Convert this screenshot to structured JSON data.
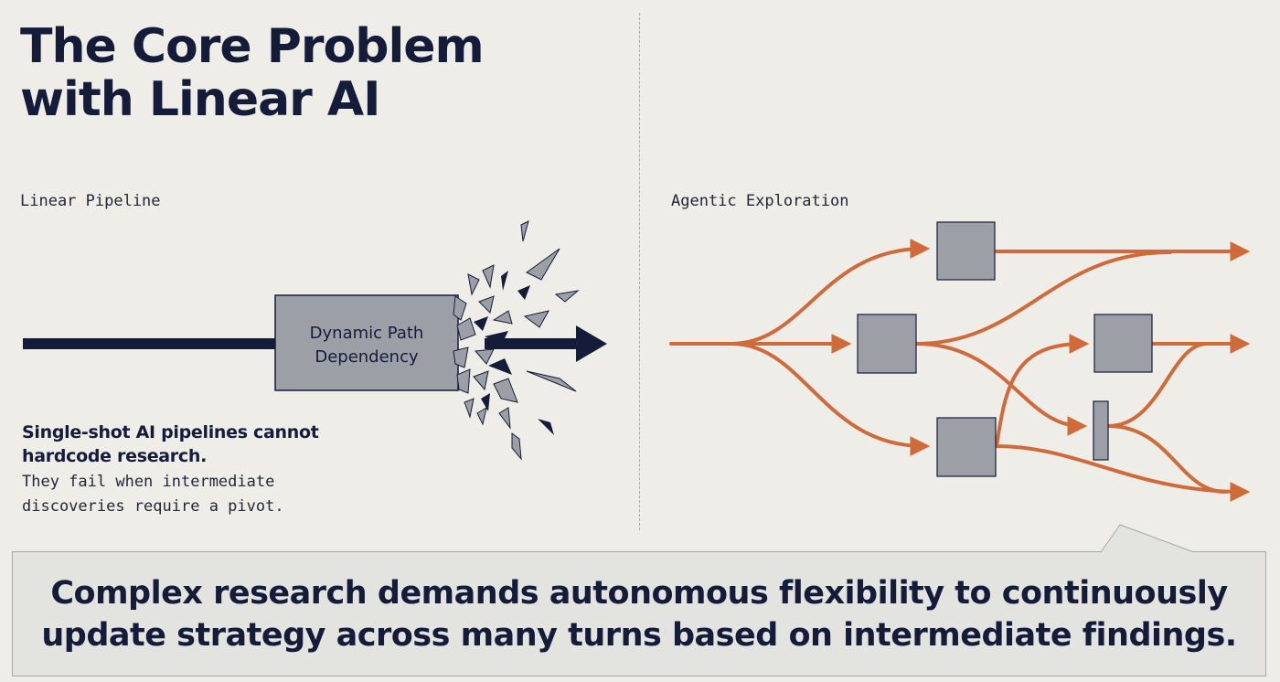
{
  "title": {
    "line1": "The Core Problem",
    "line2": "with Linear AI"
  },
  "linear_panel": {
    "label": "Linear Pipeline",
    "box_line1": "Dynamic Path",
    "box_line2": "Dependency",
    "caption_bold_line1": "Single-shot AI pipelines cannot",
    "caption_bold_line2": "hardcode research.",
    "caption_line1": "They fail when intermediate",
    "caption_line2": "discoveries require a pivot."
  },
  "agentic_panel": {
    "label": "Agentic Exploration"
  },
  "callout": {
    "line1": "Complex research demands autonomous flexibility to continuously",
    "line2": "update strategy across many turns based on intermediate findings."
  },
  "colors": {
    "background": "#efede7",
    "ink": "#141c3a",
    "box_fill": "#9d9fa7",
    "flow": "#cf6a3b",
    "callout_bg": "#e3e3df"
  }
}
